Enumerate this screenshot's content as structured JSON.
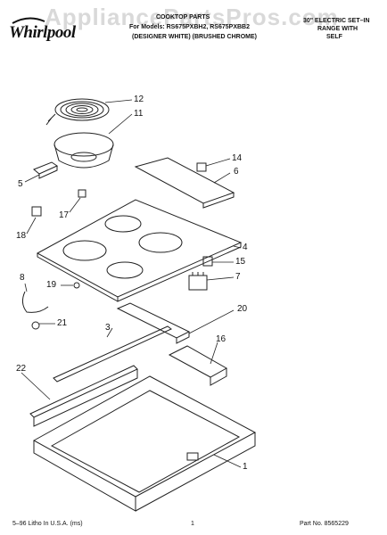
{
  "brand": {
    "logo_text": "Whirlpool"
  },
  "watermark": "AppliancePartsPros.com",
  "header": {
    "title": "COOKTOP PARTS",
    "models_line": "For Models: RS675PXBH2, RS675PXBB2",
    "colors_line": "(DESIGNER WHITE) (BRUSHED CHROME)",
    "product_type_1": "30\" ELECTRIC SET–IN",
    "product_type_2": "RANGE WITH",
    "product_type_3": "SELF"
  },
  "callouts": [
    "12",
    "11",
    "14",
    "6",
    "5",
    "17",
    "18",
    "4",
    "15",
    "7",
    "8",
    "19",
    "21",
    "20",
    "3",
    "16",
    "22",
    "1"
  ],
  "footer": {
    "print_info": "5–96 Litho In U.S.A. (ms)",
    "page_number": "1",
    "part_number": "Part No. 8565229"
  }
}
